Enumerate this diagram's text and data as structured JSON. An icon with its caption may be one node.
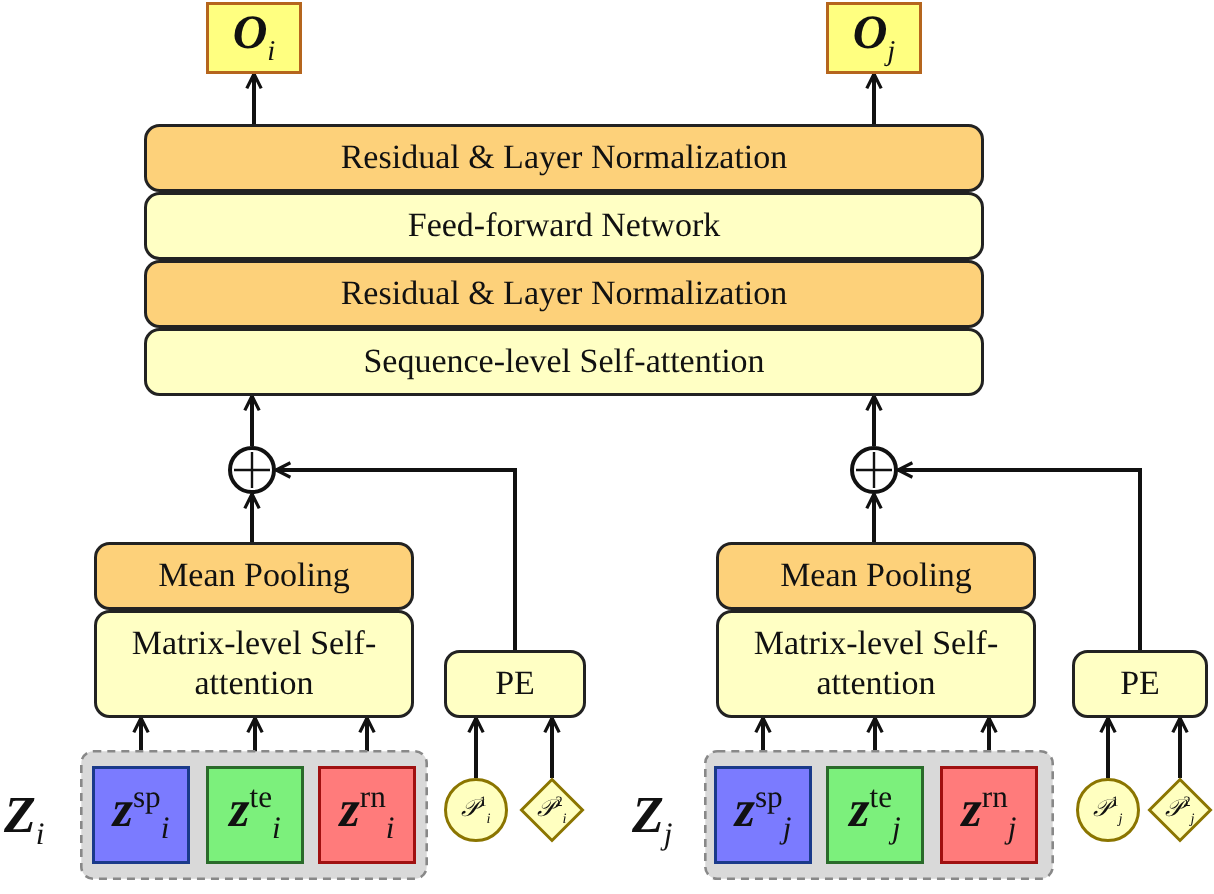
{
  "diagram": {
    "nodes": [
      {
        "text": [
          "**O**$_{i}$"
        ]
      },
      {
        "text": [
          "**O**$_{j}$"
        ]
      },
      {
        "text": [
          "Residual & Layer Normalization"
        ]
      },
      {
        "text": [
          "Feed-forward Network"
        ]
      },
      {
        "text": [
          "Residual & Layer Normalization"
        ]
      },
      {
        "text": [
          "Sequence-level Self-attention"
        ]
      },
      {
        "text": [],
        "shape": "circle"
      },
      {
        "text": [],
        "shape": "circle"
      },
      {
        "text": [
          "Mean Pooling"
        ]
      },
      {
        "text": [
          "Matrix-level Self-attention"
        ]
      },
      {
        "text": [
          "PE"
        ]
      },
      {
        "text": [],
        "shape": "box",
        "beside": [
          "**Z**$_{i}$"
        ]
      },
      {
        "text": [
          "**z**$^{sp}$$_{i}$"
        ],
        "in": 11
      },
      {
        "text": [
          "**z**$^{te}$$_{i}$"
        ],
        "in": 11
      },
      {
        "text": [
          "**z**$^{rn}$$_{i}$"
        ],
        "in": 11
      },
      {
        "text": [
          "𝒫$^{1}$$_{i}$"
        ]
      },
      {
        "text": [
          "𝒫$^{2}$$_{i}$"
        ]
      },
      {
        "text": [
          "Mean Pooling"
        ]
      },
      {
        "text": [
          "Matrix-level Self-attention"
        ]
      },
      {
        "text": [
          "PE"
        ]
      },
      {
        "text": [],
        "shape": "box",
        "beside": [
          "**Z**$_{j}$"
        ]
      },
      {
        "text": [
          "**z**$^{sp}$$_{j}$"
        ],
        "in": 20
      },
      {
        "text": [
          "**z**$^{te}$$_{j}$"
        ],
        "in": 20
      },
      {
        "text": [
          "**z**$^{rn}$$_{j}$"
        ],
        "in": 20
      },
      {
        "text": [
          "𝒫$^{1}$$_{j}$"
        ]
      },
      {
        "text": [
          "𝒫$^{2}$$_{j}$"
        ]
      }
    ],
    "edges": [
      {
        "from": 2,
        "to": 0,
        "arrow": "to"
      },
      {
        "from": 2,
        "to": 1,
        "arrow": "to"
      },
      {
        "from": 6,
        "to": 5,
        "arrow": "to"
      },
      {
        "from": 7,
        "to": 5,
        "arrow": "to"
      },
      {
        "from": 8,
        "to": 6,
        "arrow": "to"
      },
      {
        "from": 10,
        "to": 6,
        "arrow": "to"
      },
      {
        "from": 17,
        "to": 7,
        "arrow": "to"
      },
      {
        "from": 19,
        "to": 7,
        "arrow": "to"
      },
      {
        "from": 12,
        "to": 9,
        "arrow": "to"
      },
      {
        "from": 13,
        "to": 9,
        "arrow": "to"
      },
      {
        "from": 14,
        "to": 9,
        "arrow": "to"
      },
      {
        "from": 15,
        "to": 10,
        "arrow": "to"
      },
      {
        "from": 16,
        "to": 10,
        "arrow": "to"
      },
      {
        "from": 21,
        "to": 18,
        "arrow": "to"
      },
      {
        "from": 22,
        "to": 18,
        "arrow": "to"
      },
      {
        "from": 23,
        "to": 18,
        "arrow": "to"
      },
      {
        "from": 24,
        "to": 19,
        "arrow": "to"
      },
      {
        "from": 25,
        "to": 19,
        "arrow": "to"
      }
    ]
  }
}
